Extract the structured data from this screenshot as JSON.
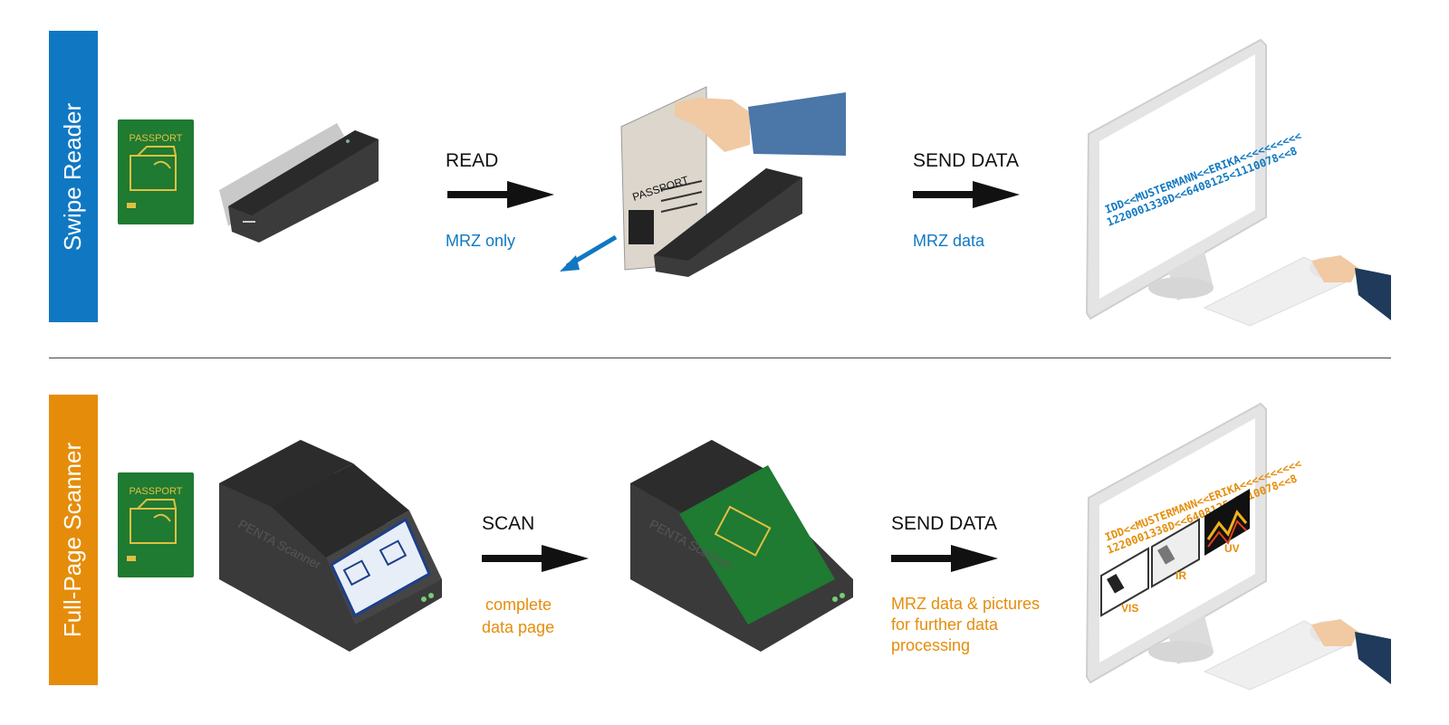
{
  "colors": {
    "blue": "#1078c2",
    "orange": "#e58d0b",
    "passport_green": "#1f7a32"
  },
  "rows": {
    "swipe": {
      "label": "Swipe Reader",
      "passport_title": "PASSPORT",
      "step1": {
        "action": "READ",
        "note": "MRZ only"
      },
      "card_title": "PASSPORT",
      "step2": {
        "action": "SEND DATA",
        "note": "MRZ data"
      },
      "mrz_lines": [
        "IDD<<MUSTERMANN<<ERIKA<<<<<<<<<<",
        "1220001338D<<6408125<1110078<<8"
      ]
    },
    "scanner": {
      "label": "Full-Page Scanner",
      "passport_title": "PASSPORT",
      "device_brand": "PENTA Scanner",
      "step1": {
        "action": "SCAN",
        "note_line1": "complete",
        "note_line2": "data page"
      },
      "step2": {
        "action": "SEND DATA",
        "note_line1": "MRZ data & pictures",
        "note_line2": "for further data",
        "note_line3": "processing"
      },
      "mrz_lines": [
        "IDD<<MUSTERMANN<<ERIKA<<<<<<<<<<",
        "1220001338D<<6408125<1110078<<8"
      ],
      "image_labels": [
        "VIS",
        "IR",
        "UV"
      ]
    }
  }
}
